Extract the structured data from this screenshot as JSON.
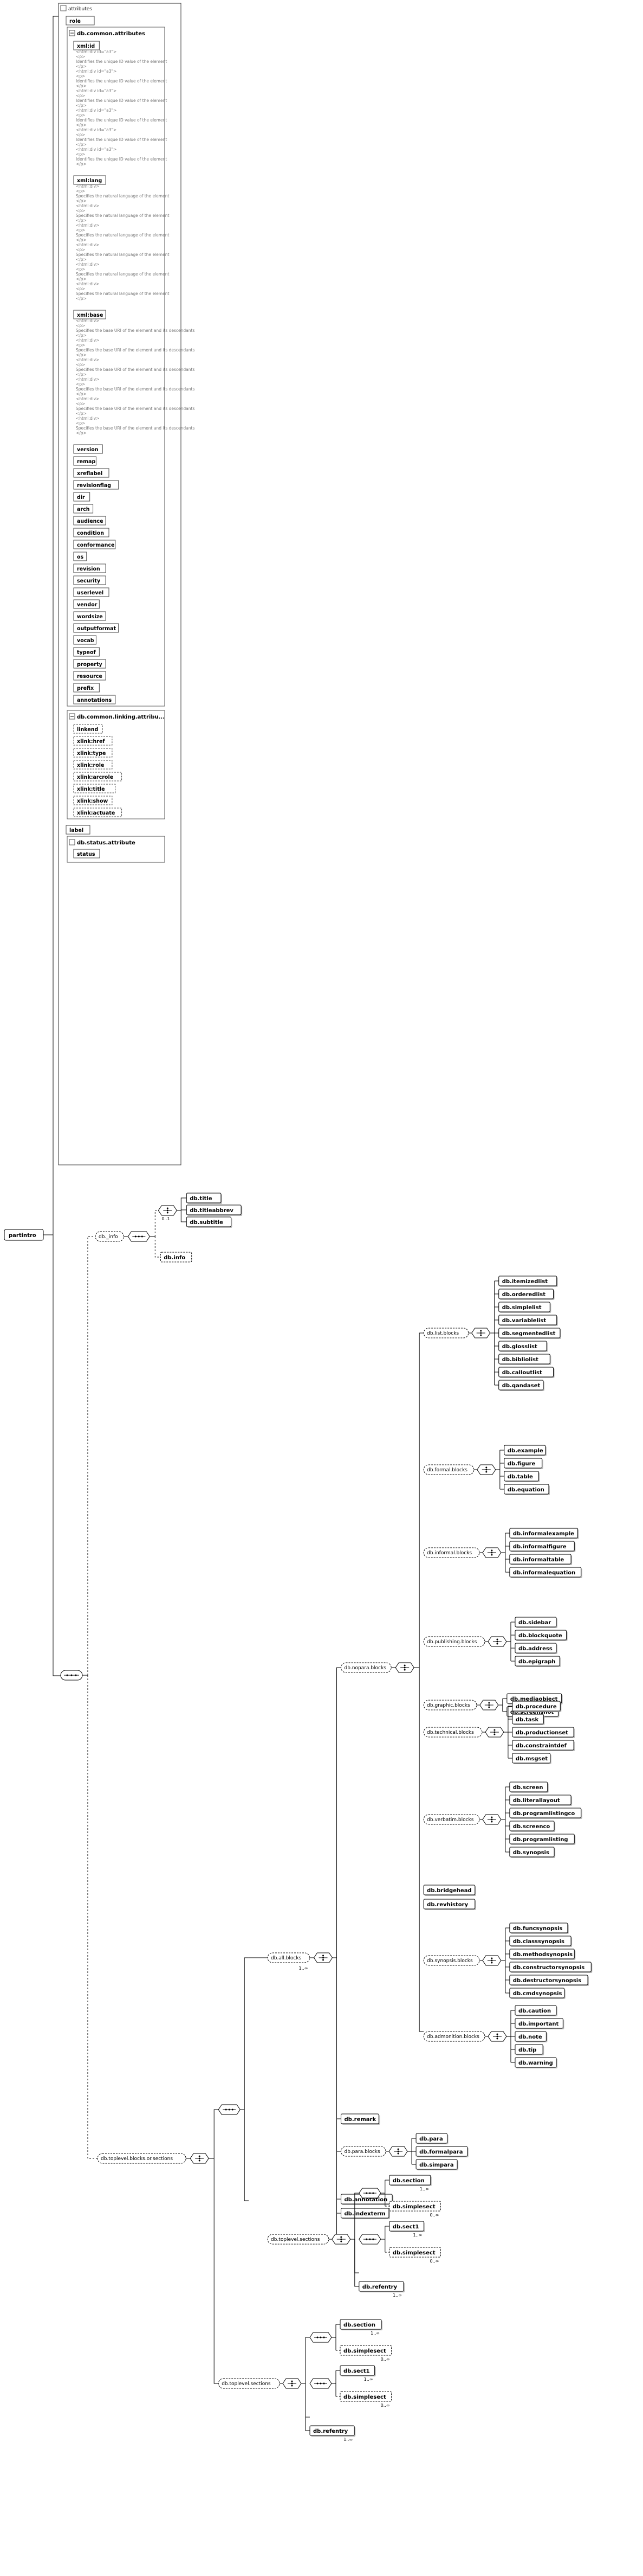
{
  "root_element": "partintro",
  "attributes_box": {
    "title": "attributes",
    "role": "role",
    "groups": [
      {
        "name": "db.common.attributes",
        "items": [
          {
            "name": "xml:id",
            "doc": [
              "<html:div id=\"a3\">",
              "<p>",
              "Identifies the unique ID value of the element",
              "</p>"
            ]
          },
          {
            "name": "xml:lang",
            "doc": [
              "<html:div>",
              "<p>",
              "Specifies the natural language of the element",
              "</p>"
            ]
          },
          {
            "name": "xml:base",
            "doc": [
              "<html:div>",
              "<p>",
              "Specifies the base URI of the element and its descendants",
              "</p>"
            ]
          },
          {
            "name": "version"
          },
          {
            "name": "remap"
          },
          {
            "name": "xreflabel"
          },
          {
            "name": "revisionflag"
          },
          {
            "name": "dir"
          },
          {
            "name": "arch"
          },
          {
            "name": "audience"
          },
          {
            "name": "condition"
          },
          {
            "name": "conformance"
          },
          {
            "name": "os"
          },
          {
            "name": "revision"
          },
          {
            "name": "security"
          },
          {
            "name": "userlevel"
          },
          {
            "name": "vendor"
          },
          {
            "name": "wordsize"
          },
          {
            "name": "outputformat"
          },
          {
            "name": "vocab"
          },
          {
            "name": "typeof"
          },
          {
            "name": "property"
          },
          {
            "name": "resource"
          },
          {
            "name": "prefix"
          },
          {
            "name": "annotations"
          }
        ]
      },
      {
        "name": "db.common.linking.attribu...",
        "items": [
          {
            "name": "linkend"
          },
          {
            "name": "xlink:href"
          },
          {
            "name": "xlink:type"
          },
          {
            "name": "xlink:role"
          },
          {
            "name": "xlink:arcrole"
          },
          {
            "name": "xlink:title"
          },
          {
            "name": "xlink:show"
          },
          {
            "name": "xlink:actuate"
          }
        ]
      }
    ],
    "label": "label",
    "status_group": {
      "name": "db.status.attribute",
      "items": [
        "status"
      ]
    }
  },
  "info_group": {
    "name": "db._info",
    "items": [
      "db.title",
      "db.titleabbrev",
      "db.subtitle"
    ],
    "optional": "db.info",
    "card": "0..1"
  },
  "toplevel_group": {
    "name": "db.toplevel.blocks.or.sections"
  },
  "all_blocks": {
    "name": "db.all.blocks",
    "card": "1..∞"
  },
  "nopara_blocks": {
    "name": "db.nopara.blocks"
  },
  "block_groups": [
    {
      "name": "db.list.blocks",
      "items": [
        "db.itemizedlist",
        "db.orderedlist",
        "db.simplelist",
        "db.variablelist",
        "db.segmentedlist",
        "db.glosslist",
        "db.bibliolist",
        "db.calloutlist",
        "db.qandaset"
      ]
    },
    {
      "name": "db.formal.blocks",
      "items": [
        "db.example",
        "db.figure",
        "db.table",
        "db.equation"
      ]
    },
    {
      "name": "db.informal.blocks",
      "items": [
        "db.informalexample",
        "db.informalfigure",
        "db.informaltable",
        "db.informalequation"
      ]
    },
    {
      "name": "db.publishing.blocks",
      "items": [
        "db.sidebar",
        "db.blockquote",
        "db.address",
        "db.epigraph"
      ]
    },
    {
      "name": "db.graphic.blocks",
      "items": [
        "db.mediaobject",
        "db.screenshot"
      ]
    },
    {
      "name": "db.technical.blocks",
      "items": [
        "db.procedure",
        "db.task",
        "db.productionset",
        "db.constraintdef",
        "db.msgset"
      ]
    },
    {
      "name": "db.verbatim.blocks",
      "items": [
        "db.screen",
        "db.literallayout",
        "db.programlistingco",
        "db.screenco",
        "db.programlisting",
        "db.synopsis"
      ]
    },
    {
      "name": "db.bridgehead"
    },
    {
      "name": "db.revhistory"
    },
    {
      "name": "db.synopsis.blocks",
      "items": [
        "db.funcsynopsis",
        "db.classsynopsis",
        "db.methodsynopsis",
        "db.constructorsynopsis",
        "db.destructorsynopsis",
        "db.cmdsynopsis"
      ]
    },
    {
      "name": "db.admonition.blocks",
      "items": [
        "db.caution",
        "db.important",
        "db.note",
        "db.tip",
        "db.warning"
      ]
    }
  ],
  "remark": "db.remark",
  "para_group": {
    "name": "db.para.blocks",
    "items": [
      "db.para",
      "db.formalpara",
      "db.simpara"
    ]
  },
  "annotation": "db.annotation",
  "indexterm": "db.indexterm",
  "toplevel_sections": {
    "name": "db.toplevel.sections",
    "branches": [
      {
        "items": [
          "db.section",
          "db.simplesect"
        ],
        "cards": [
          "1..∞",
          "0..∞"
        ]
      },
      {
        "items": [
          "db.sect1",
          "db.simplesect"
        ],
        "cards": [
          "1..∞",
          "0..∞"
        ]
      }
    ],
    "extra": "db.refentry",
    "extra_card": "1..∞"
  },
  "toplevel_sections2": {
    "name": "db.toplevel.sections",
    "branches": [
      {
        "items": [
          "db.section",
          "db.simplesect"
        ],
        "cards": [
          "1..∞",
          "0..∞"
        ]
      },
      {
        "items": [
          "db.sect1",
          "db.simplesect"
        ],
        "cards": [
          "1..∞",
          "0..∞"
        ]
      }
    ],
    "extra": "db.refentry",
    "extra_card": "1..∞"
  }
}
